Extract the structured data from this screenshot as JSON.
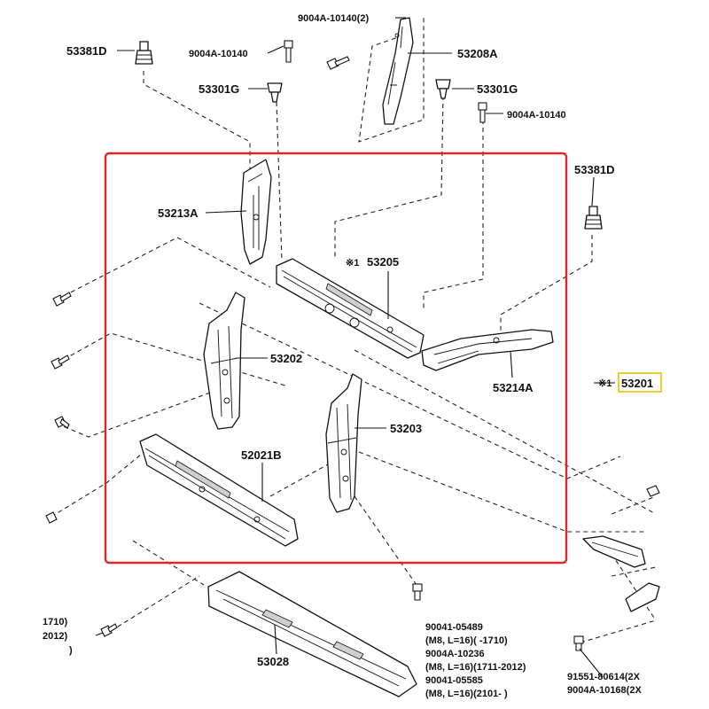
{
  "diagram": {
    "parts": {
      "p53381D_top": "53381D",
      "p9004A_10140_2": "9004A-10140(2)",
      "p9004A_10140_a": "9004A-10140",
      "p53208A": "53208A",
      "p53301G_left": "53301G",
      "p53301G_right": "53301G",
      "p9004A_10140_b": "9004A-10140",
      "p53381D_right": "53381D",
      "p53213A": "53213A",
      "p53205_prefix": "※1",
      "p53205": "53205",
      "p53202": "53202",
      "p53214A": "53214A",
      "p53201_prefix": "※1",
      "p53201": "53201",
      "p53203": "53203",
      "p52021B": "52021B",
      "p53028": "53028"
    },
    "notes_left": [
      "1710)",
      "2012)",
      ")"
    ],
    "notes_bottom": [
      "90041-05489",
      "(M8, L=16)(       -1710)",
      "9004A-10236",
      "(M8, L=16)(1711-2012)",
      "90041-05585",
      "(M8, L=16)(2101-        )"
    ],
    "notes_right": [
      "91551-80614(2X",
      "9004A-10168(2X"
    ],
    "colors": {
      "highlight_box": "#d9272e",
      "label_box": "#e8c200"
    }
  }
}
